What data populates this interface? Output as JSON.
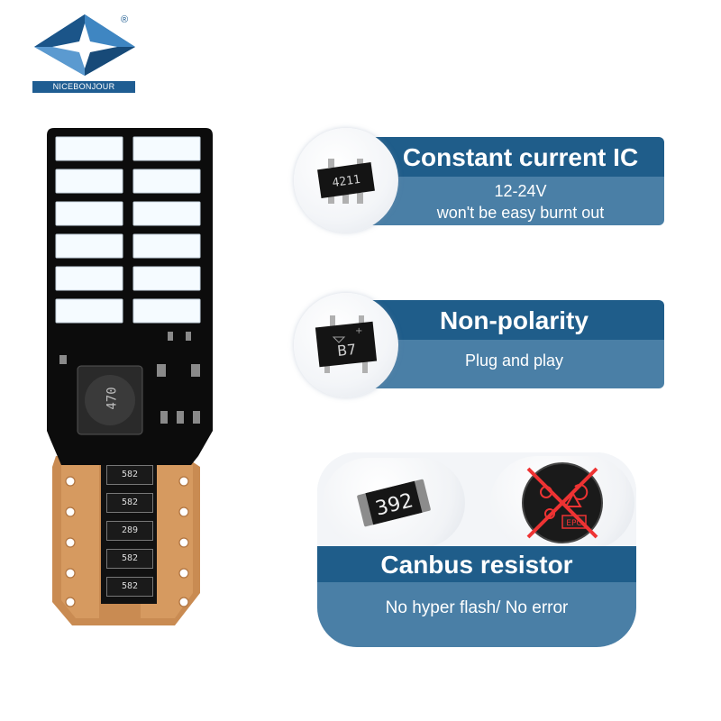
{
  "brand": {
    "name": "NICEBONJOUR",
    "registered_mark": "®"
  },
  "features": [
    {
      "title": "Constant current IC",
      "lines": [
        "12-24V",
        "won't be easy burnt out"
      ],
      "chip_label": "4211"
    },
    {
      "title": "Non-polarity",
      "lines": [
        "Plug and play"
      ],
      "chip_label": "B7"
    }
  ],
  "canbus": {
    "title": "Canbus resistor",
    "subtitle": "No hyper flash/ No error",
    "resistor_label": "392",
    "warning_label": "EPC"
  },
  "bulb": {
    "inductor_label": "470",
    "resistor_labels": [
      "582",
      "582",
      "289",
      "582",
      "582"
    ]
  },
  "colors": {
    "brand_blue": "#1f5d8a",
    "card_light_blue": "#4a7fa6",
    "pcb_black": "#0c0c0c",
    "copper": "#c98b52",
    "led": "#f5fbff"
  }
}
